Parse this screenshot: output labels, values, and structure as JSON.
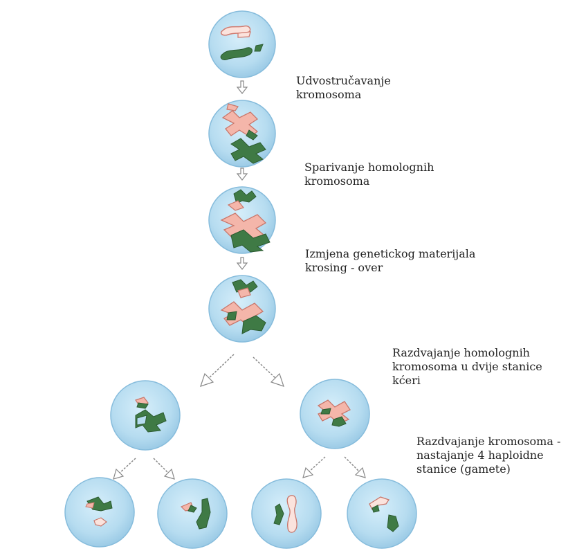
{
  "steps": [
    {
      "id": "step-1",
      "lines": [
        "Udvostručavanje",
        "kromosoma"
      ]
    },
    {
      "id": "step-2",
      "lines": [
        "Sparivanje homolognih",
        "kromosoma"
      ]
    },
    {
      "id": "step-3",
      "lines": [
        "Izmjena genetickog materijala",
        "krosing - over"
      ]
    },
    {
      "id": "step-4",
      "lines": [
        "Razdvajanje homolognih",
        "kromosoma u dvije stanice",
        "kćeri"
      ]
    },
    {
      "id": "step-5",
      "lines": [
        "Razdvajanje kromosoma -",
        "nastajanje 4 haploidne",
        "stanice (gamete)"
      ]
    }
  ],
  "colors": {
    "cell_fill": "#b6dcf0",
    "cell_stroke": "#7fb3d3",
    "maternal_chromosome": "#f4b6aa",
    "paternal_chromosome": "#3f7a45",
    "arrow": "#999999"
  },
  "icons": [
    "cell-icon",
    "chromosome-icon",
    "down-arrow-icon"
  ]
}
